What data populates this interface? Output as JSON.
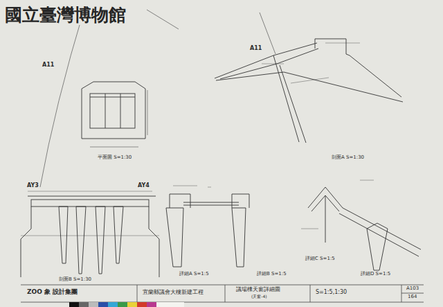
{
  "diagram": {
    "labels": [
      "國立臺灣博物館",
      "A11",
      "A11",
      "平面圖 S=1:30",
      "剖面A S=1:30",
      "AY3",
      "AY4",
      "剖面B S=1:30",
      "詳細A S=1:5",
      "詳細B S=1:5",
      "詳細C S=1:5",
      "詳細D S=1:5",
      "ZOO 象 設計集團",
      "宜蘭縣議會大樓新建工程",
      "議場棟天窗詳細圖",
      "(天窗-4)",
      "S=1:5,1:30",
      "A103",
      "164"
    ]
  }
}
